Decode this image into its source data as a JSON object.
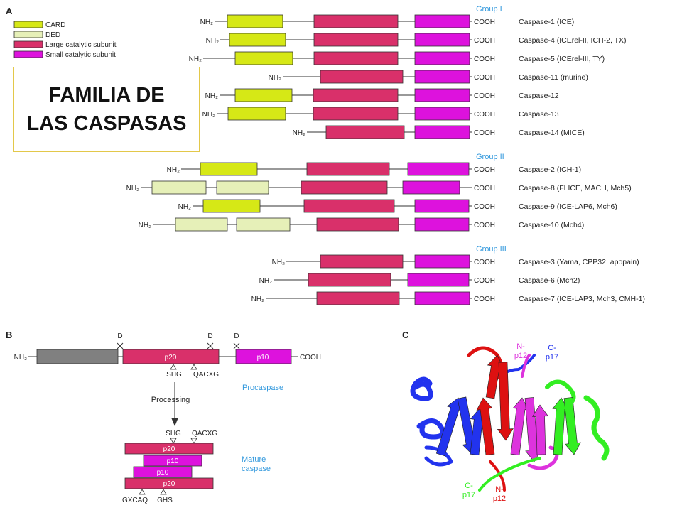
{
  "title": {
    "line1": "FAMILIA DE",
    "line2": "LAS CASPASAS"
  },
  "panel_a": {
    "label": "A",
    "legend": [
      {
        "label": "CARD",
        "color": "#d6e816"
      },
      {
        "label": "DED",
        "color": "#e6f0b8"
      },
      {
        "label": "Large catalytic subunit",
        "color": "#d9306a"
      },
      {
        "label": "Small catalytic subunit",
        "color": "#dd12dd"
      }
    ],
    "nh2": "NH₂",
    "cooh": "COOH",
    "groups": [
      {
        "name": "Group I",
        "members": [
          {
            "name": "Caspase-1 (ICE)",
            "prodomain": "CARD"
          },
          {
            "name": "Caspase-4 (ICErel-II, ICH-2, TX)",
            "prodomain": "CARD"
          },
          {
            "name": "Caspase-5 (ICErel-III, TY)",
            "prodomain": "CARD"
          },
          {
            "name": "Caspase-11 (murine)",
            "prodomain": ""
          },
          {
            "name": "Caspase-12",
            "prodomain": "CARD"
          },
          {
            "name": "Caspase-13",
            "prodomain": "CARD"
          },
          {
            "name": "Caspase-14 (MICE)",
            "prodomain": ""
          }
        ]
      },
      {
        "name": "Group II",
        "members": [
          {
            "name": "Caspase-2 (ICH-1)",
            "prodomain": "CARD"
          },
          {
            "name": "Caspase-8 (FLICE, MACH, Mch5)",
            "prodomain": "DED×2"
          },
          {
            "name": "Caspase-9 (ICE-LAP6, Mch6)",
            "prodomain": "CARD"
          },
          {
            "name": "Caspase-10 (Mch4)",
            "prodomain": "DED×2"
          }
        ]
      },
      {
        "name": "Group III",
        "members": [
          {
            "name": "Caspase-3 (Yama, CPP32, apopain)",
            "prodomain": ""
          },
          {
            "name": "Caspase-6 (Mch2)",
            "prodomain": ""
          },
          {
            "name": "Caspase-7 (ICE-LAP3, Mch3, CMH-1)",
            "prodomain": ""
          }
        ]
      }
    ]
  },
  "panel_b": {
    "label": "B",
    "cleavage": "D",
    "nh2": "NH₂",
    "cooh": "COOH",
    "p20": "p20",
    "p10": "p10",
    "motif_shg": "SHG",
    "motif_qacxg": "QACXG",
    "procaspase": "Procaspase",
    "processing": "Processing",
    "mature_line1": "Mature",
    "mature_line2": "caspase",
    "motif_gxcaq": "GXCAQ",
    "motif_ghs": "GHS"
  },
  "panel_c": {
    "label": "C",
    "n_p12_top_a": "N-",
    "n_p12_top_b": "p12",
    "c_p17_top_a": "C-",
    "c_p17_top_b": "p17",
    "c_p17_bot_a": "C-",
    "c_p17_bot_b": "p17",
    "n_p12_bot_a": "N-",
    "n_p12_bot_b": "p12",
    "colors": {
      "blue": "#2233ee",
      "red": "#dd1111",
      "magenta": "#dd33dd",
      "green": "#33ee22"
    }
  },
  "colors": {
    "accent_blue": "#3399dd",
    "grey_prodomain": "#808080"
  }
}
